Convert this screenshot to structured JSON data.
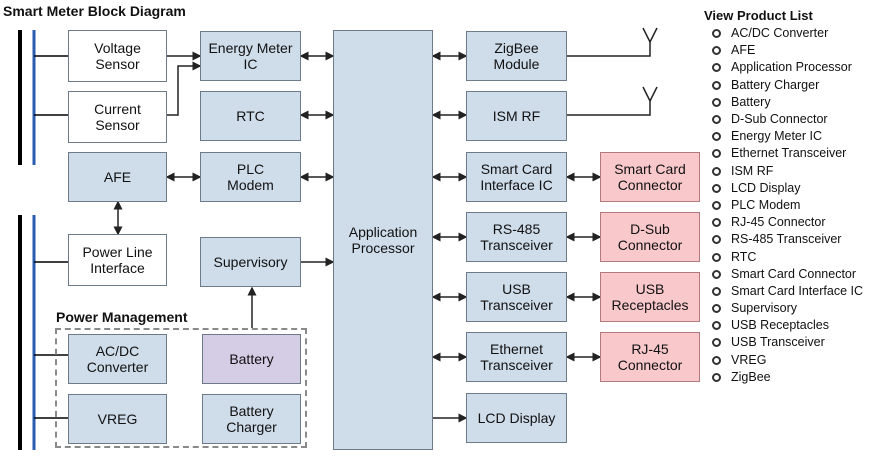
{
  "diagram": {
    "title": "Smart Meter Block Diagram",
    "power_management_label": "Power Management",
    "blocks": {
      "voltage_sensor": "Voltage\nSensor",
      "current_sensor": "Current\nSensor",
      "energy_meter_ic": "Energy Meter\nIC",
      "rtc": "RTC",
      "afe": "AFE",
      "plc_modem": "PLC\nModem",
      "power_line_interface": "Power Line\nInterface",
      "supervisory": "Supervisory",
      "acdc_converter": "AC/DC\nConverter",
      "battery": "Battery",
      "vreg": "VREG",
      "battery_charger": "Battery\nCharger",
      "application_processor": "Application\nProcessor",
      "zigbee_module": "ZigBee\nModule",
      "ism_rf": "ISM RF",
      "smart_card_interface_ic": "Smart Card\nInterface IC",
      "rs485_transceiver": "RS-485\nTransceiver",
      "usb_transceiver": "USB\nTransceiver",
      "ethernet_transceiver": "Ethernet\nTransceiver",
      "lcd_display": "LCD Display",
      "smart_card_connector": "Smart Card\nConnector",
      "dsub_connector": "D-Sub\nConnector",
      "usb_receptacles": "USB\nReceptacles",
      "rj45_connector": "RJ-45\nConnector"
    },
    "colors": {
      "block_blue": "#cfdcea",
      "connector_pink": "#f8c8cb",
      "battery_purple": "#d5cce6",
      "power_line_blue": "#2a5db0"
    }
  },
  "product_list": {
    "title": "View Product List",
    "items": [
      "AC/DC Converter",
      "AFE",
      "Application Processor",
      "Battery Charger",
      "Battery",
      "D-Sub Connector",
      "Energy Meter IC",
      "Ethernet Transceiver",
      "ISM RF",
      "LCD Display",
      "PLC Modem",
      "RJ-45 Connector",
      "RS-485 Transceiver",
      "RTC",
      "Smart Card Connector",
      "Smart Card Interface IC",
      "Supervisory",
      "USB Receptacles",
      "USB Transceiver",
      "VREG",
      "ZigBee"
    ]
  }
}
